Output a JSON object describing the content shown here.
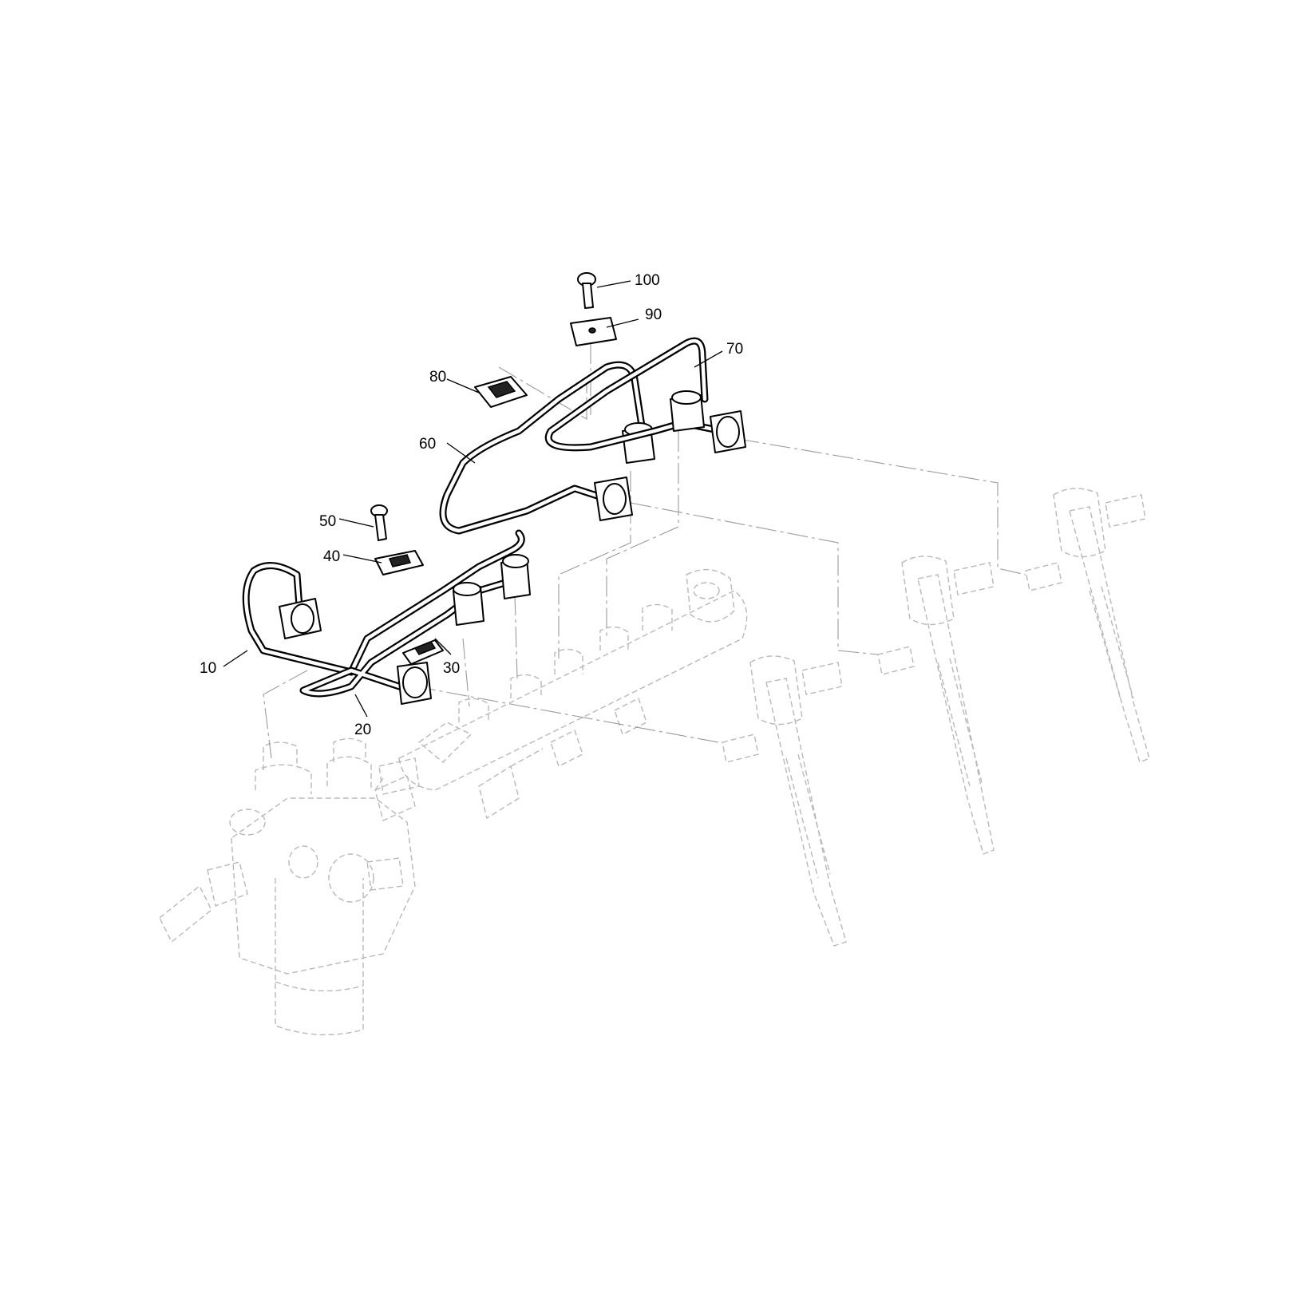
{
  "callouts": [
    {
      "id": "10",
      "label": "10"
    },
    {
      "id": "20",
      "label": "20"
    },
    {
      "id": "30",
      "label": "30"
    },
    {
      "id": "40",
      "label": "40"
    },
    {
      "id": "50",
      "label": "50"
    },
    {
      "id": "60",
      "label": "60"
    },
    {
      "id": "70",
      "label": "70"
    },
    {
      "id": "80",
      "label": "80"
    },
    {
      "id": "90",
      "label": "90"
    },
    {
      "id": "100",
      "label": "100"
    }
  ]
}
